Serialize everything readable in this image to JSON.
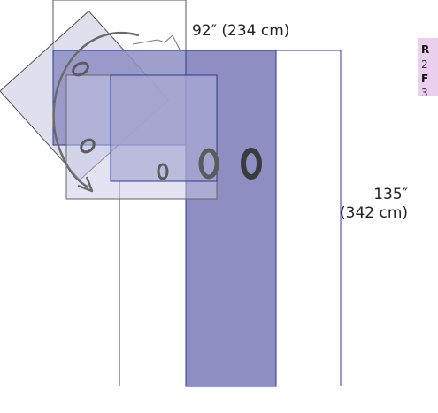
{
  "dimensions": {
    "width": "92″ (234 cm)",
    "length_value": "135″",
    "length_metric": "(342 cm)"
  },
  "info_box": {
    "line1": "R",
    "line2": "2",
    "line3": "F",
    "line4": "3"
  },
  "colors": {
    "outline": "#2b3a8f",
    "drape_fill": "#8e8ec3",
    "drape_fill_light": "#b7b7da",
    "ring": "#5b5b5b",
    "arrow": "#6b6b6b",
    "info_background": "#ead0ee"
  }
}
